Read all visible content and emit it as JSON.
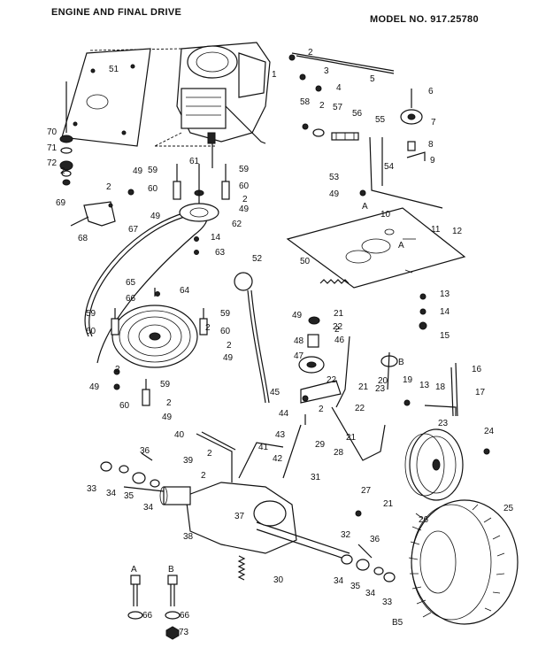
{
  "header": {
    "title": "ENGINE AND FINAL DRIVE",
    "model": "MODEL NO. 917.25780"
  },
  "page_mark": "B5",
  "callouts": [
    "1",
    "2",
    "3",
    "4",
    "5",
    "6",
    "7",
    "8",
    "9",
    "10",
    "11",
    "12",
    "13",
    "14",
    "15",
    "16",
    "17",
    "18",
    "19",
    "20",
    "21",
    "22",
    "23",
    "24",
    "25",
    "26",
    "27",
    "28",
    "29",
    "30",
    "31",
    "32",
    "33",
    "34",
    "35",
    "36",
    "37",
    "38",
    "39",
    "40",
    "41",
    "42",
    "43",
    "44",
    "45",
    "46",
    "47",
    "48",
    "49",
    "50",
    "51",
    "52",
    "53",
    "54",
    "55",
    "56",
    "57",
    "58",
    "59",
    "60",
    "61",
    "62",
    "63",
    "64",
    "65",
    "66",
    "67",
    "68",
    "69",
    "70",
    "71",
    "72",
    "73",
    "A",
    "B"
  ]
}
